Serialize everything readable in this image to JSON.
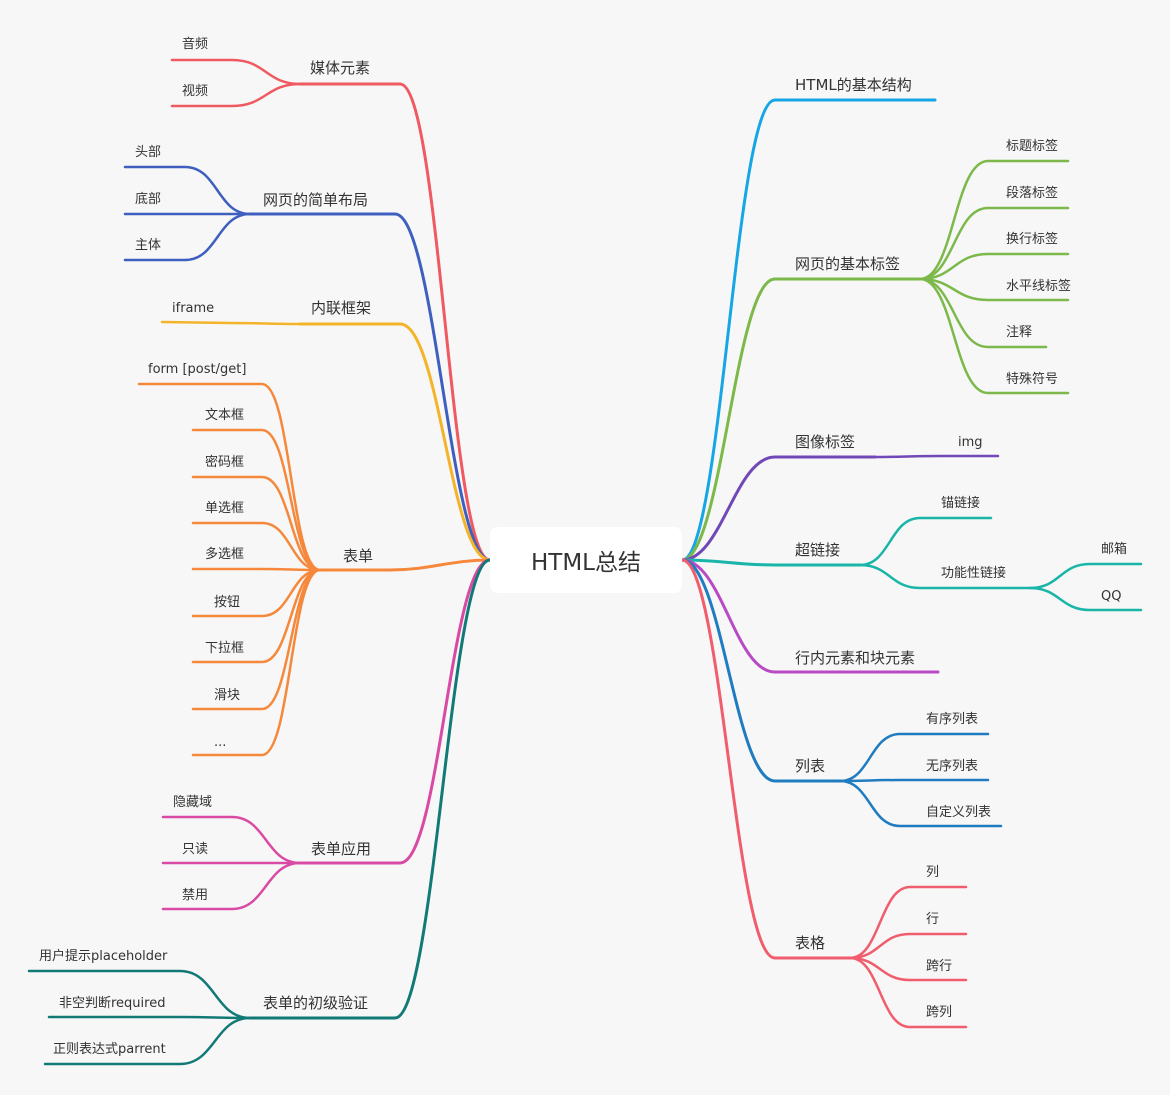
{
  "root": "HTML总结",
  "colors": {
    "media": "#ef5a62",
    "layout": "#3f5fbf",
    "iframe": "#f4b42a",
    "form": "#f5883a",
    "formapp": "#d94aa4",
    "verify": "#127a76",
    "basic": "#16a6e6",
    "tags": "#7cb84a",
    "image": "#7048b8",
    "link": "#19b5a8",
    "inline": "#b84ac4",
    "list": "#1f7cc0",
    "table": "#f05d6c"
  },
  "left": {
    "media": {
      "label": "媒体元素",
      "children": [
        "音频",
        "视频"
      ]
    },
    "layout": {
      "label": "网页的简单布局",
      "children": [
        "头部",
        "底部",
        "主体"
      ]
    },
    "iframe": {
      "label": "内联框架",
      "children": [
        "iframe"
      ]
    },
    "form": {
      "label": "表单",
      "children": [
        "form [post/get]",
        "文本框",
        "密码框",
        "单选框",
        "多选框",
        "按钮",
        "下拉框",
        "滑块",
        "..."
      ]
    },
    "formapp": {
      "label": "表单应用",
      "children": [
        "隐藏域",
        "只读",
        "禁用"
      ]
    },
    "verify": {
      "label": "表单的初级验证",
      "children": [
        "用户提示placeholder",
        "非空判断required",
        "正则表达式parrent"
      ]
    }
  },
  "right": {
    "basic": {
      "label": "HTML的基本结构"
    },
    "tags": {
      "label": "网页的基本标签",
      "children": [
        "标题标签",
        "段落标签",
        "换行标签",
        "水平线标签",
        "注释",
        "特殊符号"
      ]
    },
    "image": {
      "label": "图像标签",
      "children": [
        "img"
      ]
    },
    "link": {
      "label": "超链接",
      "children": [
        "锚链接",
        "功能性链接"
      ],
      "grandchildren": [
        "邮箱",
        "QQ"
      ]
    },
    "inline": {
      "label": "行内元素和块元素"
    },
    "list": {
      "label": "列表",
      "children": [
        "有序列表",
        "无序列表",
        "自定义列表"
      ]
    },
    "table": {
      "label": "表格",
      "children": [
        "列",
        "行",
        "跨行",
        "跨列"
      ]
    }
  }
}
